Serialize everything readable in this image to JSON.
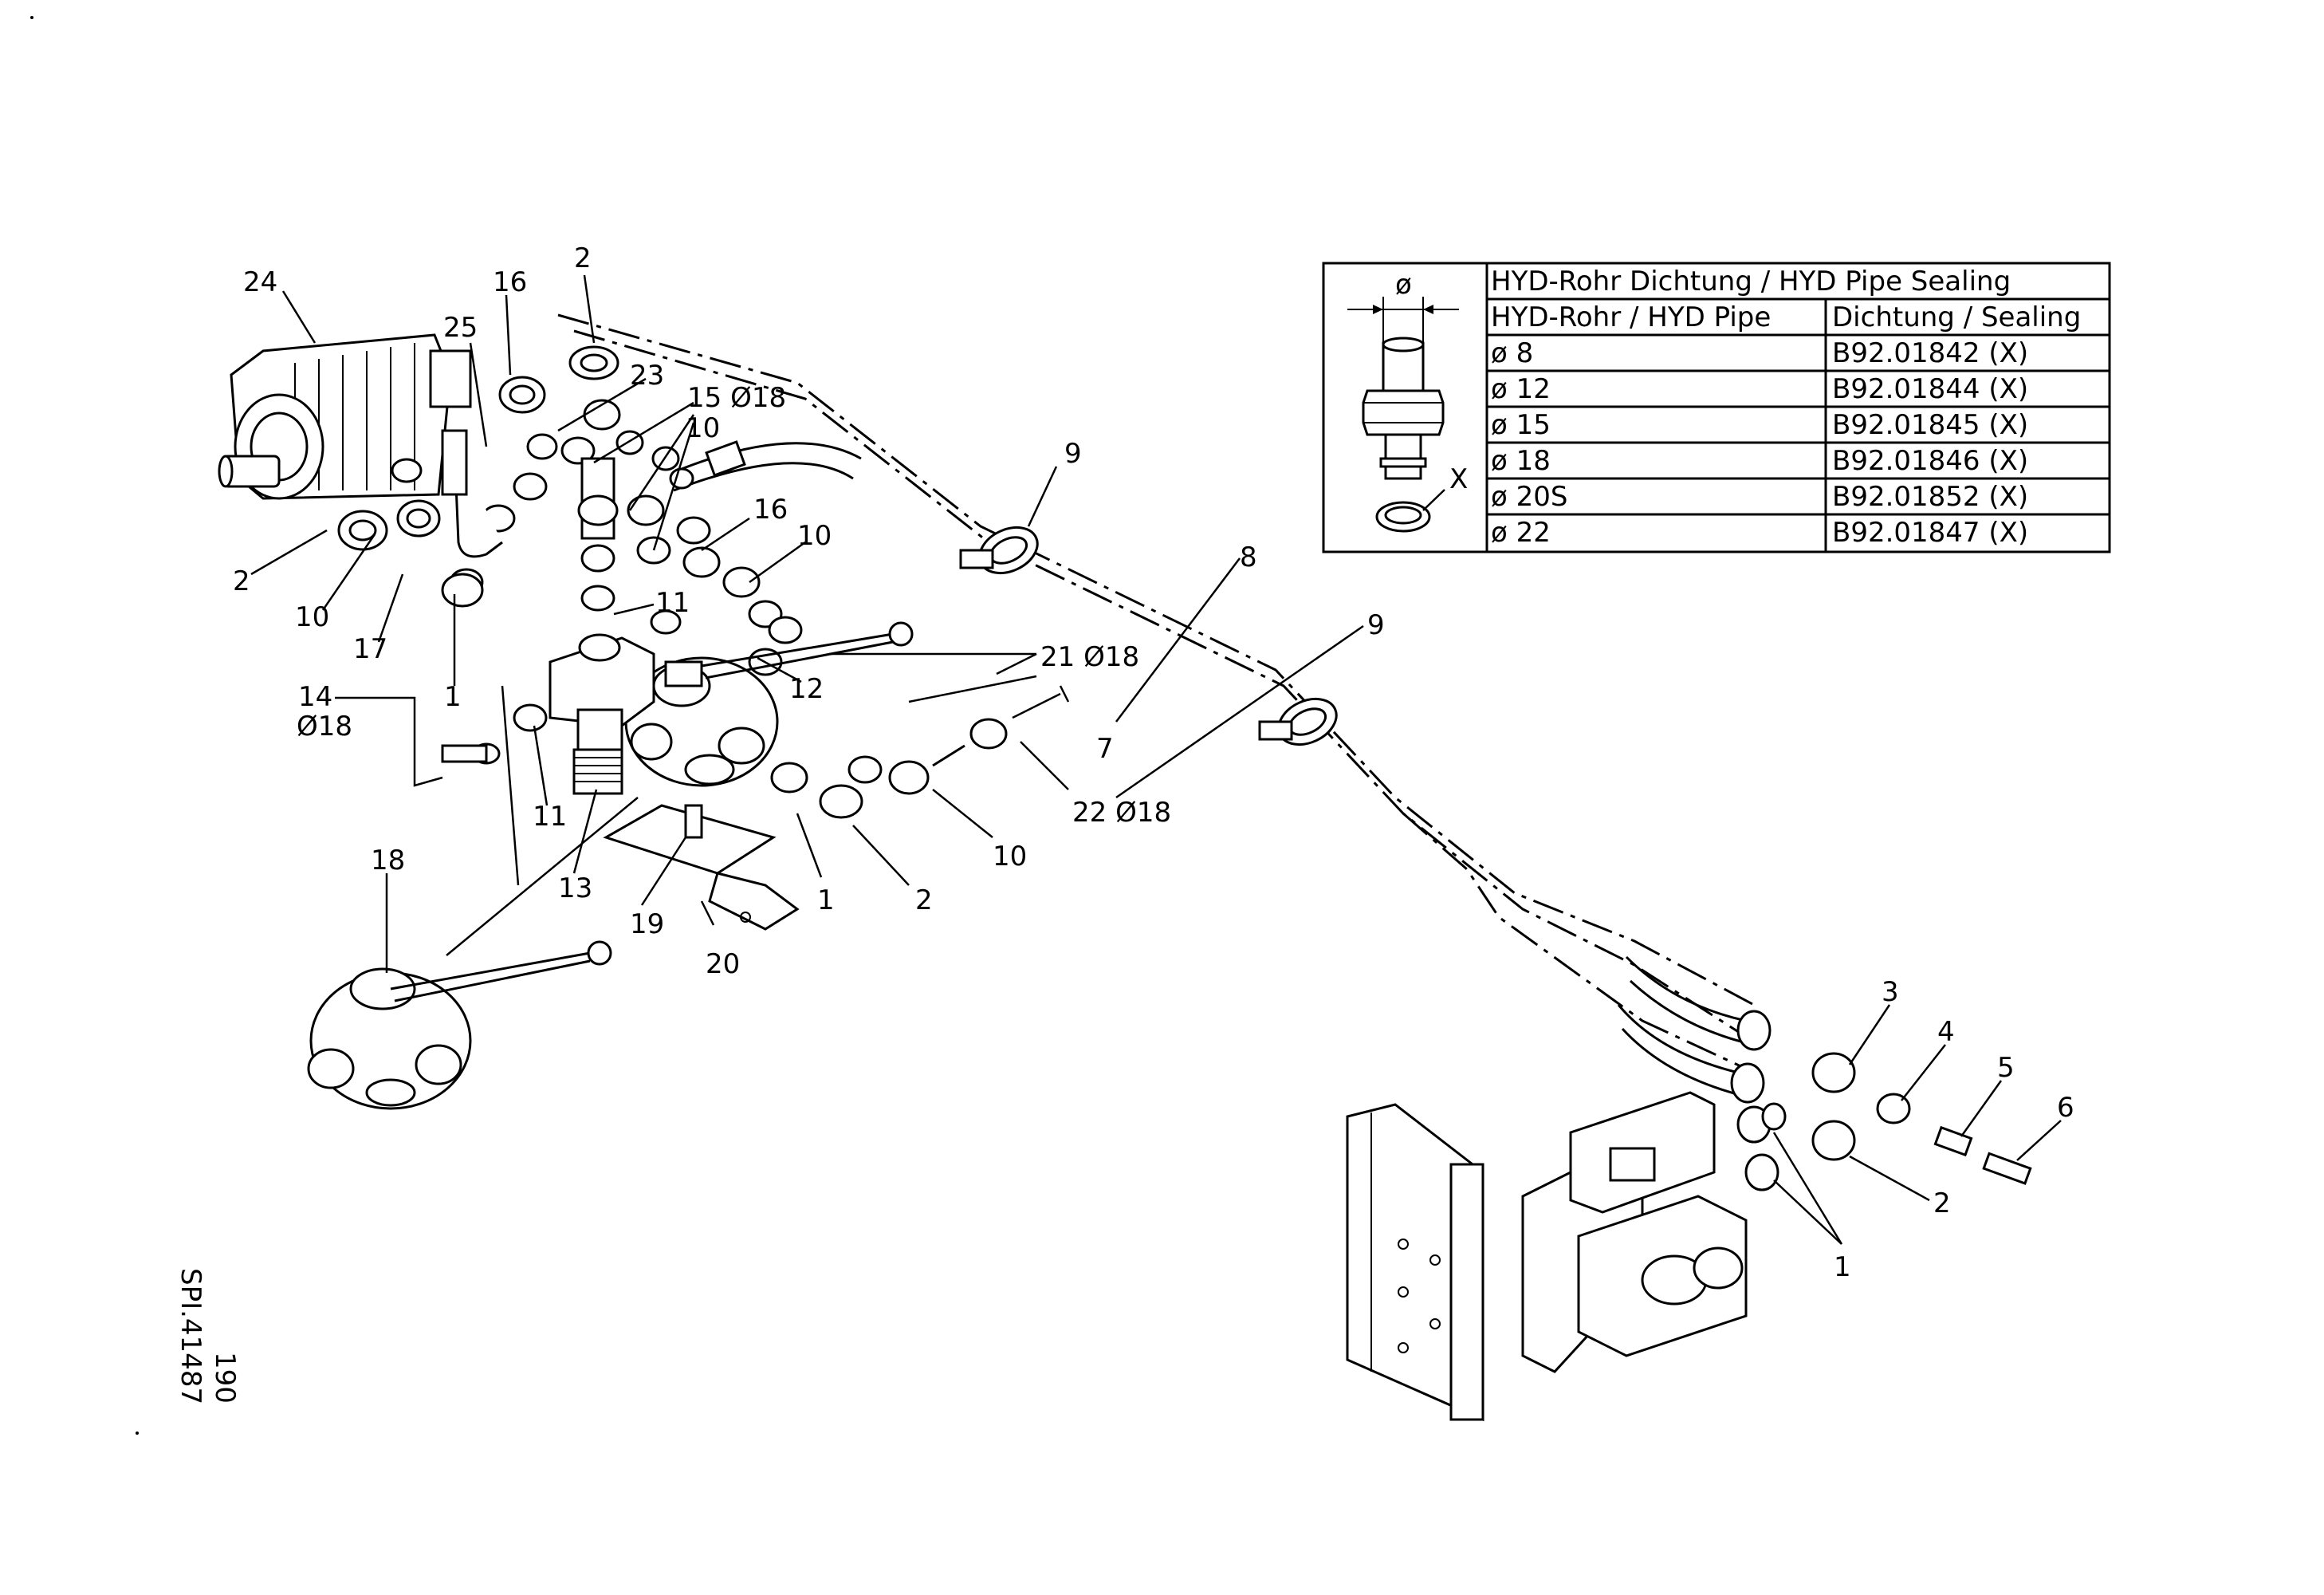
{
  "sealing_table": {
    "title": "HYD-Rohr Dichtung / HYD Pipe Sealing",
    "col_pipe": "HYD-Rohr / HYD Pipe",
    "col_seal": "Dichtung / Sealing",
    "diameter_symbol": "ø",
    "seal_marker": "X",
    "rows": [
      {
        "pipe": "ø  8",
        "seal": "B92.01842   (X)"
      },
      {
        "pipe": "ø  12",
        "seal": "B92.01844   (X)"
      },
      {
        "pipe": "ø  15",
        "seal": "B92.01845   (X)"
      },
      {
        "pipe": "ø  18",
        "seal": "B92.01846   (X)"
      },
      {
        "pipe": "ø  20S",
        "seal": "B92.01852   (X)"
      },
      {
        "pipe": "ø  22",
        "seal": "B92.01847   (X)"
      }
    ]
  },
  "callouts": {
    "c24": "24",
    "c16a": "16",
    "c2a": "2",
    "c25": "25",
    "c23": "23",
    "c15": "15  Ø18",
    "c10a": "10",
    "c9a": "9",
    "c8": "8",
    "c16b": "16",
    "c10b": "10",
    "c2b": "2",
    "c10c": "10",
    "c17": "17",
    "c1a": "1",
    "c11a": "11",
    "c14": "14",
    "c14b": "Ø18",
    "c12": "12",
    "c21": "21  Ø18",
    "c9b": "9",
    "c7": "7",
    "c11b": "11",
    "c13": "13",
    "c1b": "1",
    "c2c": "2",
    "c10d": "10",
    "c22": "22  Ø18",
    "c18": "18",
    "c19": "19",
    "c20": "20",
    "c3": "3",
    "c4": "4",
    "c5": "5",
    "c6": "6",
    "c2d": "2",
    "c1c": "1"
  },
  "drawing_id": "SPI.41487",
  "page_number": "190"
}
